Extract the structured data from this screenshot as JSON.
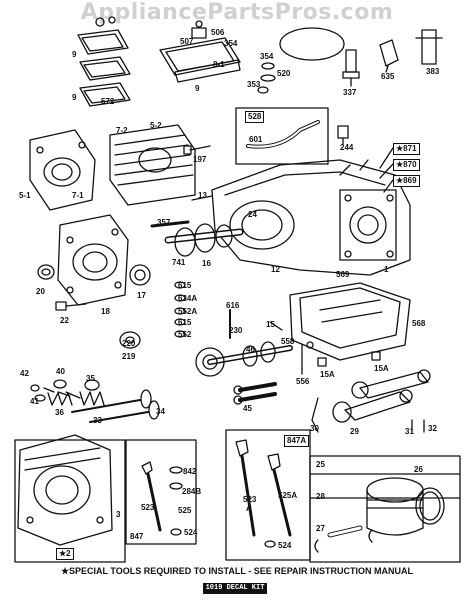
{
  "watermark": "AppliancePartsPros.com",
  "labels": {
    "l9a": "9",
    "l9b": "9",
    "l572": "572",
    "l507": "507",
    "l506": "506",
    "l354": "354",
    "l8_1": "8-1",
    "l9c": "9",
    "l354b": "354",
    "l520": "520",
    "l353": "353",
    "l337": "337",
    "l635": "635",
    "l383": "383",
    "l5_1": "5-1",
    "l7_1": "7-1",
    "l7_2": "7-2",
    "l5_2": "5-2",
    "l601": "601",
    "l244": "244",
    "l197": "197",
    "l13": "13",
    "l24": "24",
    "l357": "357",
    "l20": "20",
    "l18": "18",
    "l17": "17",
    "l741": "741",
    "l16": "16",
    "l12": "12",
    "l569": "569",
    "l1": "1",
    "l568": "568",
    "l22": "22",
    "l615a": "615",
    "l634a": "634A",
    "l552a": "552A",
    "l615b": "615",
    "l552": "552",
    "l616": "616",
    "l230": "230",
    "l15": "15",
    "l558": "558",
    "l220": "220",
    "l219": "219",
    "l46": "46",
    "l556": "556",
    "l15a": "15A",
    "l15a2": "15A",
    "l42": "42",
    "l40": "40",
    "l35": "35",
    "l41": "41",
    "l36": "36",
    "l34": "34",
    "l33": "33",
    "l45": "45",
    "l30": "30",
    "l29": "29",
    "l31": "31",
    "l32": "32",
    "l842": "842",
    "l284b": "284B",
    "l523": "523",
    "l525": "525",
    "l524": "524",
    "l847": "847",
    "l3": "3",
    "l523a": "523",
    "l523a2": "A",
    "l525a": "525A",
    "l524b": "524",
    "l26": "26",
    "l27": "27",
    "l25": "25",
    "l28": "28"
  },
  "boxed_labels": {
    "b528": "528",
    "b871": "★871",
    "b870": "★870",
    "b869": "★869",
    "b847a": "847A",
    "b2": "★2"
  },
  "footer_note": "★SPECIAL TOOLS REQUIRED TO INSTALL - SEE REPAIR INSTRUCTION MANUAL",
  "decal": "1019 DECAL KIT"
}
